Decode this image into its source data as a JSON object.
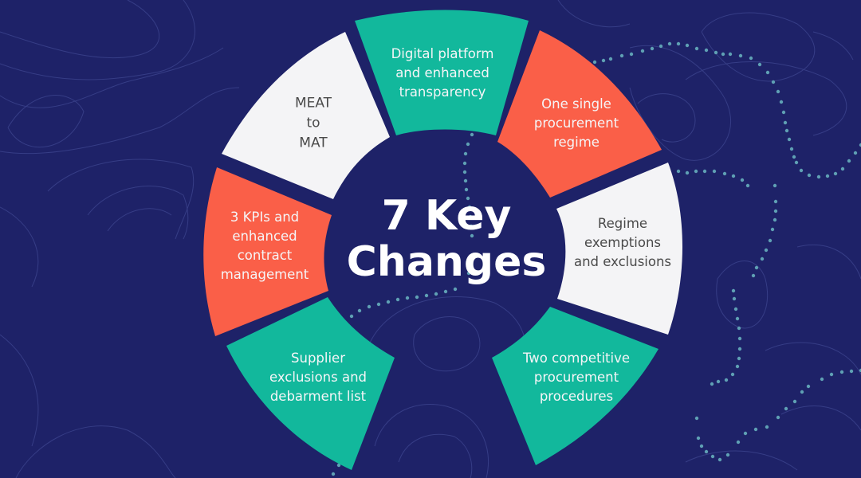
{
  "diagram": {
    "title_lines": [
      "7 Key",
      "Changes"
    ],
    "colors": {
      "background": "#1e2268",
      "teal": "#12b89c",
      "coral": "#fa5f48",
      "white": "#f4f4f6",
      "dots": "#5fa0b4",
      "contour": "#363d86"
    },
    "segments": [
      {
        "id": "digital-platform",
        "lines": [
          "Digital platform",
          "and enhanced",
          "transparency"
        ],
        "color": "teal"
      },
      {
        "id": "single-regime",
        "lines": [
          "One single",
          "procurement",
          "regime"
        ],
        "color": "coral"
      },
      {
        "id": "regime-exemptions",
        "lines": [
          "Regime",
          "exemptions",
          "and exclusions"
        ],
        "color": "white"
      },
      {
        "id": "competitive-procedures",
        "lines": [
          "Two competitive",
          "procurement",
          "procedures"
        ],
        "color": "teal"
      },
      {
        "id": "supplier-exclusions",
        "lines": [
          "Supplier",
          "exclusions and",
          "debarment list"
        ],
        "color": "teal"
      },
      {
        "id": "kpis-contract-management",
        "lines": [
          "3 KPIs and",
          "enhanced",
          "contract",
          "management"
        ],
        "color": "coral"
      },
      {
        "id": "meat-to-mat",
        "lines": [
          "MEAT",
          "to",
          "MAT"
        ],
        "color": "white"
      }
    ]
  }
}
